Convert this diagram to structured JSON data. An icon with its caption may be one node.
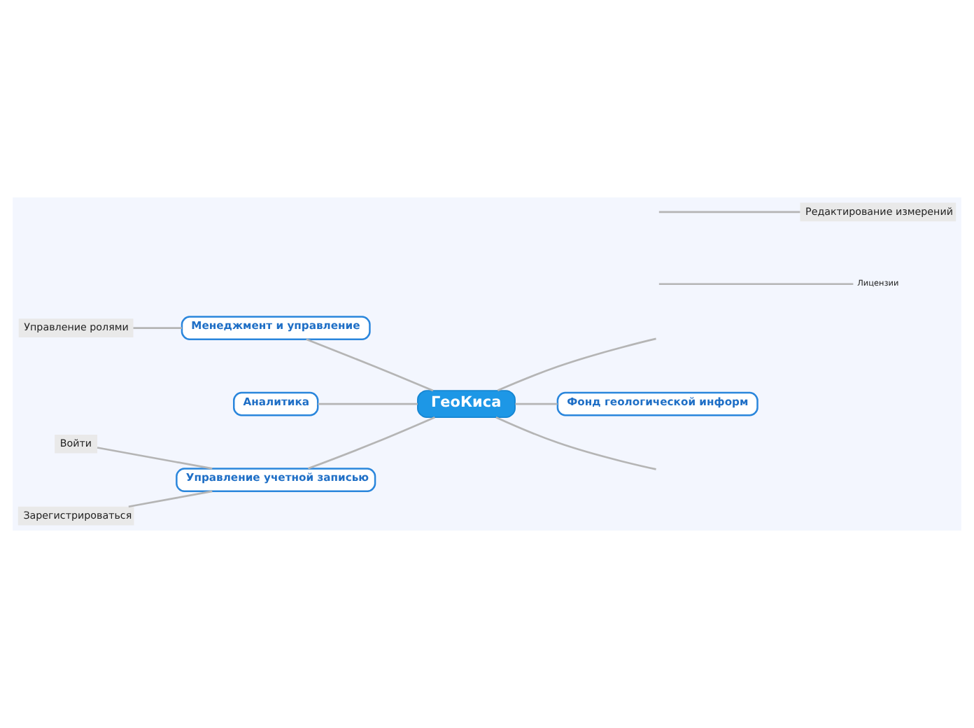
{
  "diagram": {
    "nodes": [
      {
        "text": [
          "ГеоКиса"
        ]
      },
      {
        "text": [
          "Менеджмент и управление"
        ]
      },
      {
        "text": [
          "Управление ролями"
        ]
      },
      {
        "text": [
          "Аналитика"
        ]
      },
      {
        "text": [
          "Управление учетной записью"
        ]
      },
      {
        "text": [
          "Войти"
        ]
      },
      {
        "text": [
          "Зарегистрироваться"
        ]
      },
      {
        "text": [
          "Фонд геологической информ"
        ]
      },
      {
        "text": [
          "Лицензии"
        ]
      },
      {
        "text": [
          "Редактирование измерений"
        ]
      }
    ],
    "edges": [
      {
        "from": 0,
        "to": 1,
        "arrow": "none"
      },
      {
        "from": 1,
        "to": 2,
        "arrow": "none"
      },
      {
        "from": 0,
        "to": 3,
        "arrow": "none"
      },
      {
        "from": 0,
        "to": 4,
        "arrow": "none"
      },
      {
        "from": 4,
        "to": 5,
        "arrow": "none"
      },
      {
        "from": 4,
        "to": 6,
        "arrow": "none"
      },
      {
        "from": 0,
        "to": 7,
        "arrow": "none"
      },
      {
        "from": 0,
        "to": null,
        "arrow": "none"
      },
      {
        "from": 0,
        "to": null,
        "arrow": "none"
      },
      {
        "from": null,
        "to": 8,
        "arrow": "none"
      },
      {
        "from": null,
        "to": 9,
        "arrow": "none"
      }
    ]
  }
}
